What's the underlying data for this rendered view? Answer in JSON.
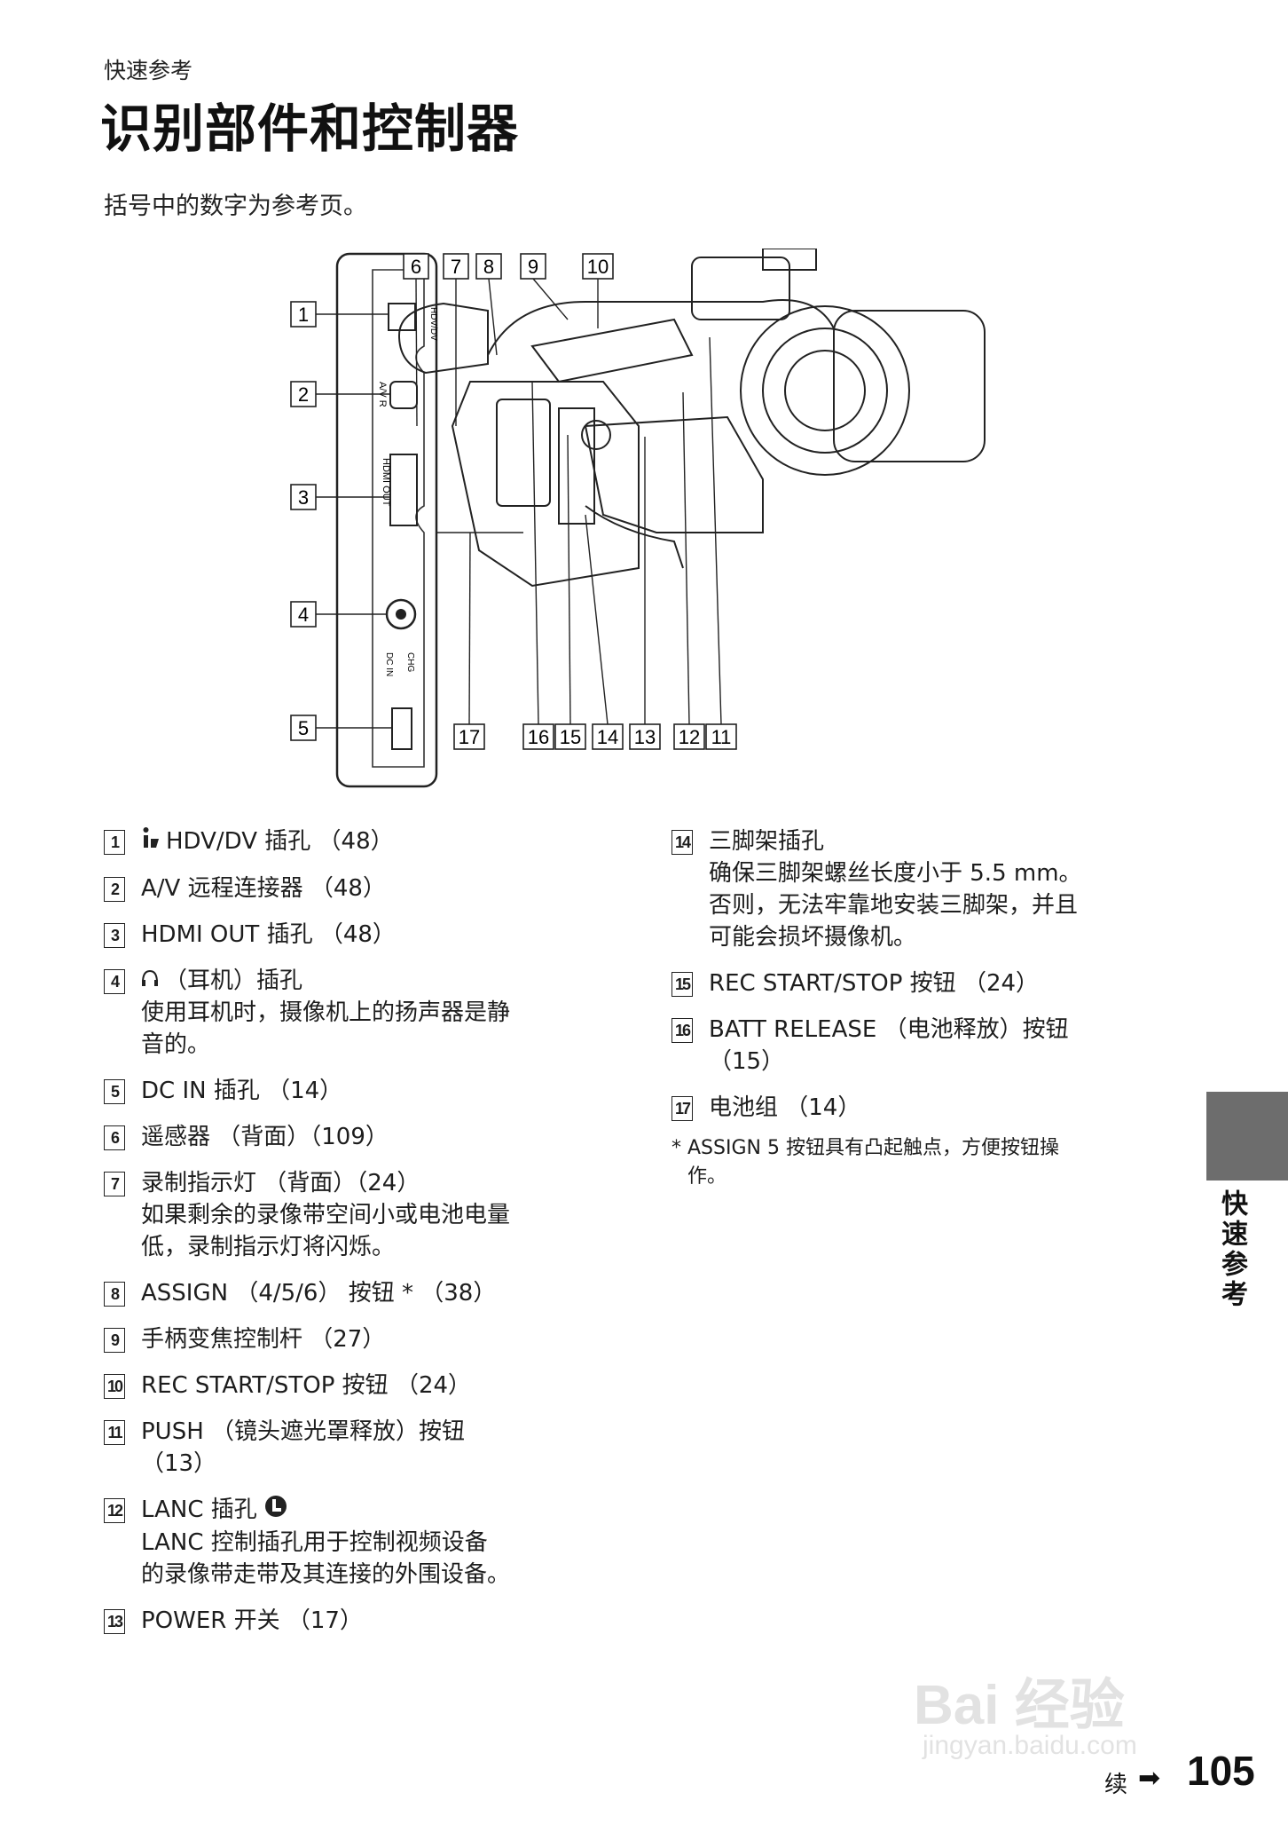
{
  "header": {
    "kicker": "快速参考",
    "title": "识别部件和控制器",
    "intro": "括号中的数字为参考页。"
  },
  "diagram": {
    "panel_labels": {
      "hdv_dv": "HDV/DV",
      "av_r": "A/V R",
      "hdmi_out": "HDMI OUT",
      "dc_in": "DC IN",
      "chg": "CHG"
    },
    "callouts": [
      "1",
      "2",
      "3",
      "4",
      "5",
      "6",
      "7",
      "8",
      "9",
      "10",
      "11",
      "12",
      "13",
      "14",
      "15",
      "16",
      "17"
    ]
  },
  "items_left": [
    {
      "num": "1",
      "lines": [
        "HDV/DV 插孔 （48）"
      ],
      "icon": "ilink-icon"
    },
    {
      "num": "2",
      "lines": [
        "A/V 远程连接器 （48）"
      ]
    },
    {
      "num": "3",
      "lines": [
        "HDMI OUT 插孔 （48）"
      ]
    },
    {
      "num": "4",
      "lines": [
        "（耳机）插孔",
        "使用耳机时，摄像机上的扬声器是静",
        "音的。"
      ],
      "icon": "headphone-icon"
    },
    {
      "num": "5",
      "lines": [
        "DC IN 插孔 （14）"
      ]
    },
    {
      "num": "6",
      "lines": [
        "遥感器 （背面）（109）"
      ]
    },
    {
      "num": "7",
      "lines": [
        "录制指示灯 （背面）（24）",
        "如果剩余的录像带空间小或电池电量",
        "低，录制指示灯将闪烁。"
      ]
    },
    {
      "num": "8",
      "lines": [
        "ASSIGN （4/5/6） 按钮 * （38）"
      ]
    },
    {
      "num": "9",
      "lines": [
        "手柄变焦控制杆 （27）"
      ]
    },
    {
      "num": "10",
      "lines": [
        "REC START/STOP 按钮 （24）"
      ]
    },
    {
      "num": "11",
      "lines": [
        "PUSH （镜头遮光罩释放）按钮",
        "（13）"
      ]
    },
    {
      "num": "12",
      "lines": [
        "LANC  插孔",
        "LANC  控制插孔用于控制视频设备",
        "的录像带走带及其连接的外围设备。"
      ],
      "icon": "lanc-icon"
    },
    {
      "num": "13",
      "lines": [
        "POWER 开关 （17）"
      ]
    }
  ],
  "items_right": [
    {
      "num": "14",
      "lines": [
        "三脚架插孔",
        "确保三脚架螺丝长度小于 5.5 mm。",
        "否则，无法牢靠地安装三脚架，并且",
        "可能会损坏摄像机。"
      ]
    },
    {
      "num": "15",
      "lines": [
        "REC START/STOP 按钮 （24）"
      ]
    },
    {
      "num": "16",
      "lines": [
        "BATT RELEASE （电池释放）按钮",
        "（15）"
      ]
    },
    {
      "num": "17",
      "lines": [
        "电池组 （14）"
      ]
    }
  ],
  "footnote": {
    "star": "*",
    "lines": [
      "ASSIGN 5 按钮具有凸起触点，方便按钮操",
      "作。"
    ]
  },
  "side_label": "快速参考",
  "footer": {
    "cont": "续",
    "page": "105"
  },
  "watermark": {
    "main": "Bai 经验",
    "sub": "jingyan.baidu.com"
  }
}
